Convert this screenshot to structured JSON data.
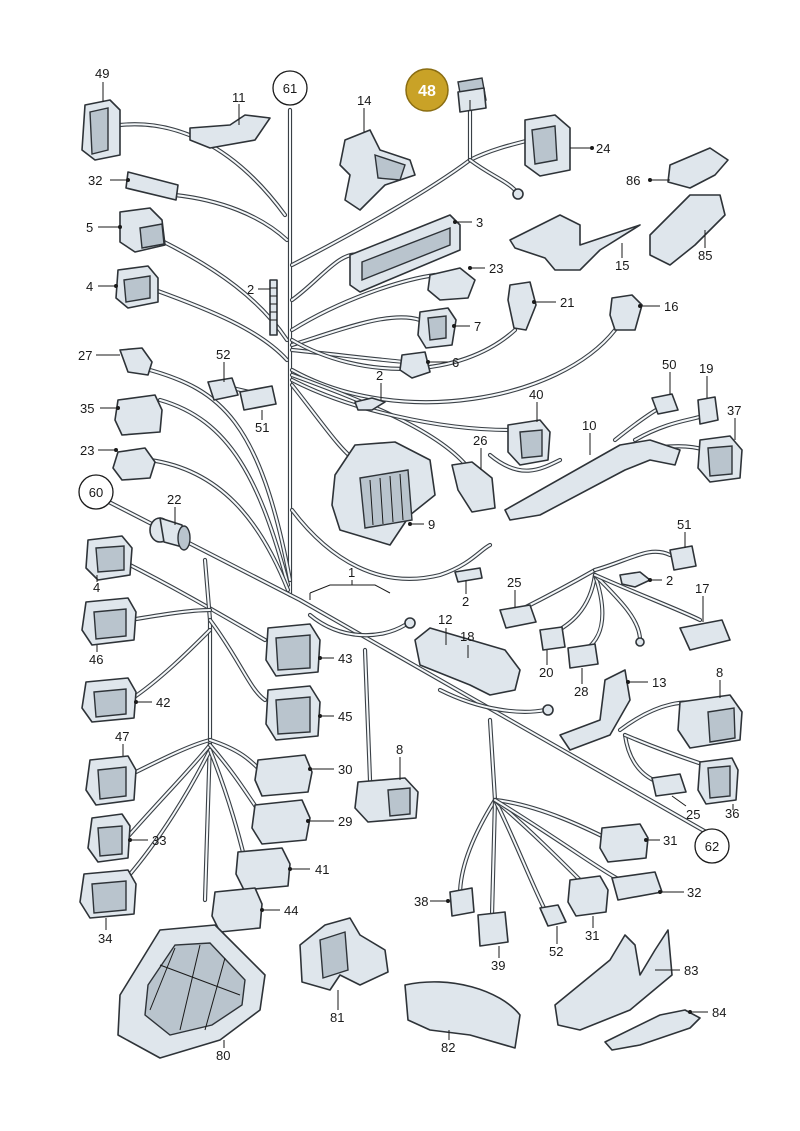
{
  "diagram": {
    "callouts": [
      {
        "id": "c49",
        "text": "49"
      },
      {
        "id": "c11",
        "text": "11"
      },
      {
        "id": "c14",
        "text": "14"
      },
      {
        "id": "c24",
        "text": "24"
      },
      {
        "id": "c86",
        "text": "86"
      },
      {
        "id": "c32a",
        "text": "32"
      },
      {
        "id": "c3",
        "text": "3"
      },
      {
        "id": "c5",
        "text": "5"
      },
      {
        "id": "c85",
        "text": "85"
      },
      {
        "id": "c15",
        "text": "15"
      },
      {
        "id": "c23a",
        "text": "23"
      },
      {
        "id": "c2a",
        "text": "2"
      },
      {
        "id": "c4a",
        "text": "4"
      },
      {
        "id": "c21",
        "text": "21"
      },
      {
        "id": "c16",
        "text": "16"
      },
      {
        "id": "c7",
        "text": "7"
      },
      {
        "id": "c27",
        "text": "27"
      },
      {
        "id": "c52a",
        "text": "52"
      },
      {
        "id": "c6",
        "text": "6"
      },
      {
        "id": "c2b",
        "text": "2"
      },
      {
        "id": "c50",
        "text": "50"
      },
      {
        "id": "c19",
        "text": "19"
      },
      {
        "id": "c51a",
        "text": "51"
      },
      {
        "id": "c35",
        "text": "35"
      },
      {
        "id": "c40",
        "text": "40"
      },
      {
        "id": "c37",
        "text": "37"
      },
      {
        "id": "c10",
        "text": "10"
      },
      {
        "id": "c23b",
        "text": "23"
      },
      {
        "id": "c26",
        "text": "26"
      },
      {
        "id": "c22",
        "text": "22"
      },
      {
        "id": "c9",
        "text": "9"
      },
      {
        "id": "c51b",
        "text": "51"
      },
      {
        "id": "c4b",
        "text": "4"
      },
      {
        "id": "c1",
        "text": "1"
      },
      {
        "id": "c2c",
        "text": "2"
      },
      {
        "id": "c2d",
        "text": "2"
      },
      {
        "id": "c25a",
        "text": "25"
      },
      {
        "id": "c17",
        "text": "17"
      },
      {
        "id": "c12",
        "text": "12"
      },
      {
        "id": "c18",
        "text": "18"
      },
      {
        "id": "c46",
        "text": "46"
      },
      {
        "id": "c43",
        "text": "43"
      },
      {
        "id": "c20",
        "text": "20"
      },
      {
        "id": "c28",
        "text": "28"
      },
      {
        "id": "c13",
        "text": "13"
      },
      {
        "id": "c8a",
        "text": "8"
      },
      {
        "id": "c42",
        "text": "42"
      },
      {
        "id": "c45",
        "text": "45"
      },
      {
        "id": "c47",
        "text": "47"
      },
      {
        "id": "c30",
        "text": "30"
      },
      {
        "id": "c8b",
        "text": "8"
      },
      {
        "id": "c25b",
        "text": "25"
      },
      {
        "id": "c36",
        "text": "36"
      },
      {
        "id": "c29",
        "text": "29"
      },
      {
        "id": "c33",
        "text": "33"
      },
      {
        "id": "c31a",
        "text": "31"
      },
      {
        "id": "c41",
        "text": "41"
      },
      {
        "id": "c32b",
        "text": "32"
      },
      {
        "id": "c38",
        "text": "38"
      },
      {
        "id": "c44",
        "text": "44"
      },
      {
        "id": "c34",
        "text": "34"
      },
      {
        "id": "c39",
        "text": "39"
      },
      {
        "id": "c31b",
        "text": "31"
      },
      {
        "id": "c52b",
        "text": "52"
      },
      {
        "id": "c83",
        "text": "83"
      },
      {
        "id": "c81",
        "text": "81"
      },
      {
        "id": "c84",
        "text": "84"
      },
      {
        "id": "c82",
        "text": "82"
      },
      {
        "id": "c80",
        "text": "80"
      }
    ],
    "circles": [
      {
        "id": "k61",
        "text": "61"
      },
      {
        "id": "k60",
        "text": "60"
      },
      {
        "id": "k62",
        "text": "62"
      }
    ],
    "highlight": {
      "text": "48",
      "fill": "#c9a227",
      "stroke": "#8a6d12"
    },
    "colors": {
      "wire": "#3a4046",
      "part": "#dfe6ec",
      "outline": "#2e3338"
    }
  }
}
